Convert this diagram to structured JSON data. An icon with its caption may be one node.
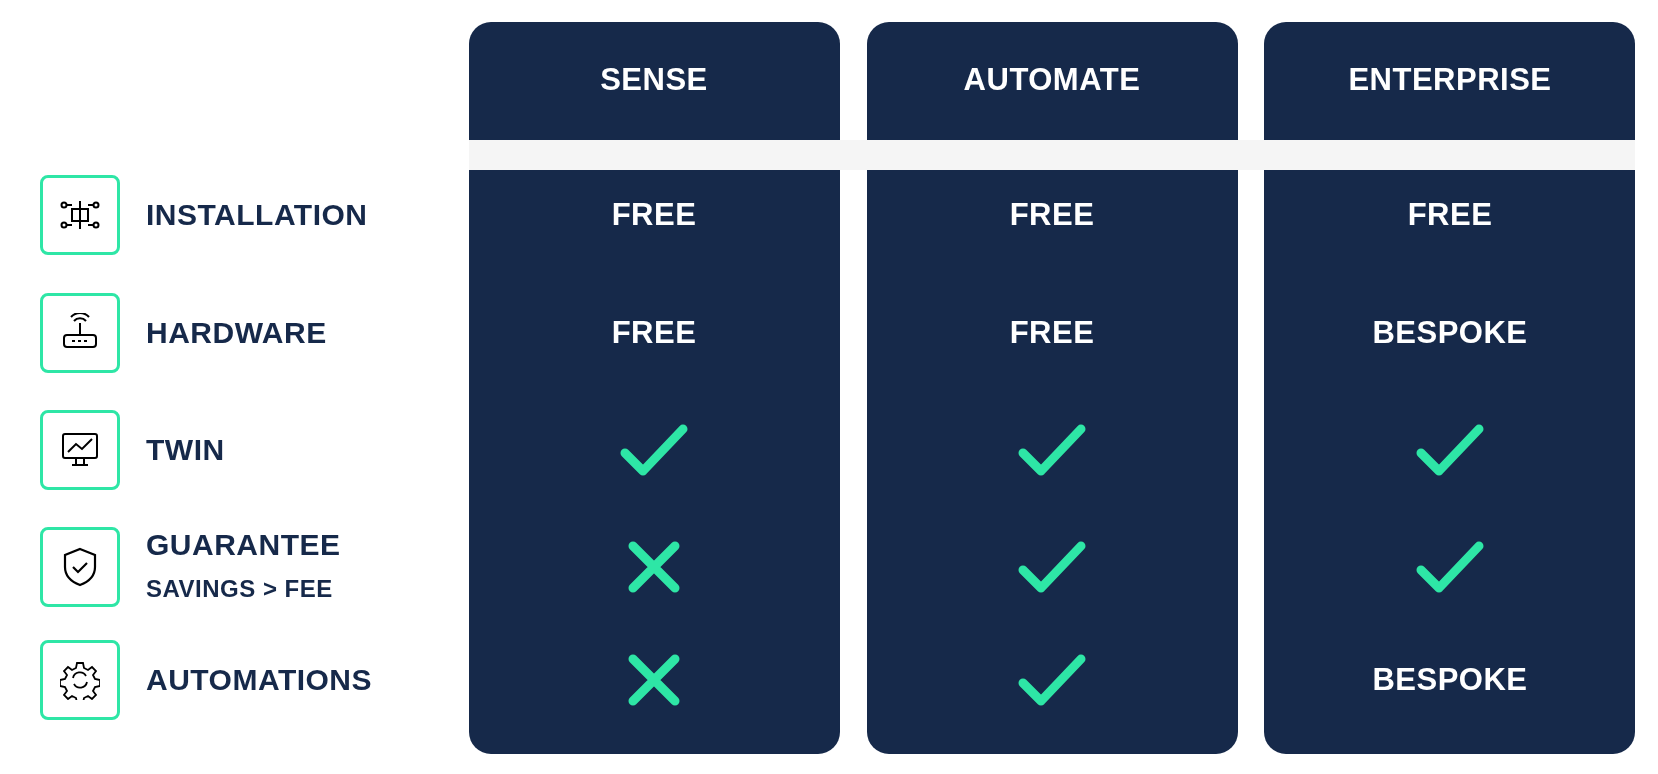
{
  "diagram": {
    "labels": [
      "SENSE",
      "AUTOMATE",
      "ENTERPRISE",
      "INSTALLATION",
      "FREE",
      "FREE",
      "FREE",
      "HARDWARE",
      "FREE",
      "FREE",
      "BESPOKE",
      "TWIN",
      "GUARANTEE",
      "SAVINGS > FEE",
      "AUTOMATIONS",
      "BESPOKE"
    ]
  }
}
